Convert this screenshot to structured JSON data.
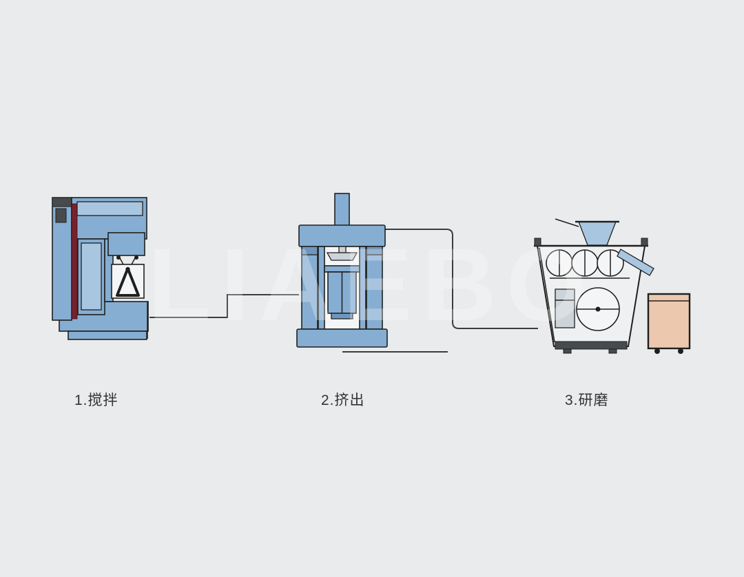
{
  "background": "#e9ebec",
  "watermark": {
    "text": "LIAEBO",
    "color": "#ffffff",
    "opacity": 0.28
  },
  "colors": {
    "machine_fill": "#86aed2",
    "machine_fill_light": "#a9c6e1",
    "machine_fill_dark": "#6f96bd",
    "outline": "#1f1f1f",
    "accent_red": "#76222c",
    "flow_line": "#3c3c3c",
    "container_fill": "#ecc9ae",
    "panel_light": "#f4f5f6",
    "base_dark": "#474b4e"
  },
  "steps": [
    {
      "label": "1.搅拌",
      "machine": "planetary-mixer"
    },
    {
      "label": "2.挤出",
      "machine": "hydraulic-extruder-press"
    },
    {
      "label": "3.研磨",
      "machine": "three-roll-mill"
    }
  ],
  "container": {
    "machine": "collection-tank"
  }
}
